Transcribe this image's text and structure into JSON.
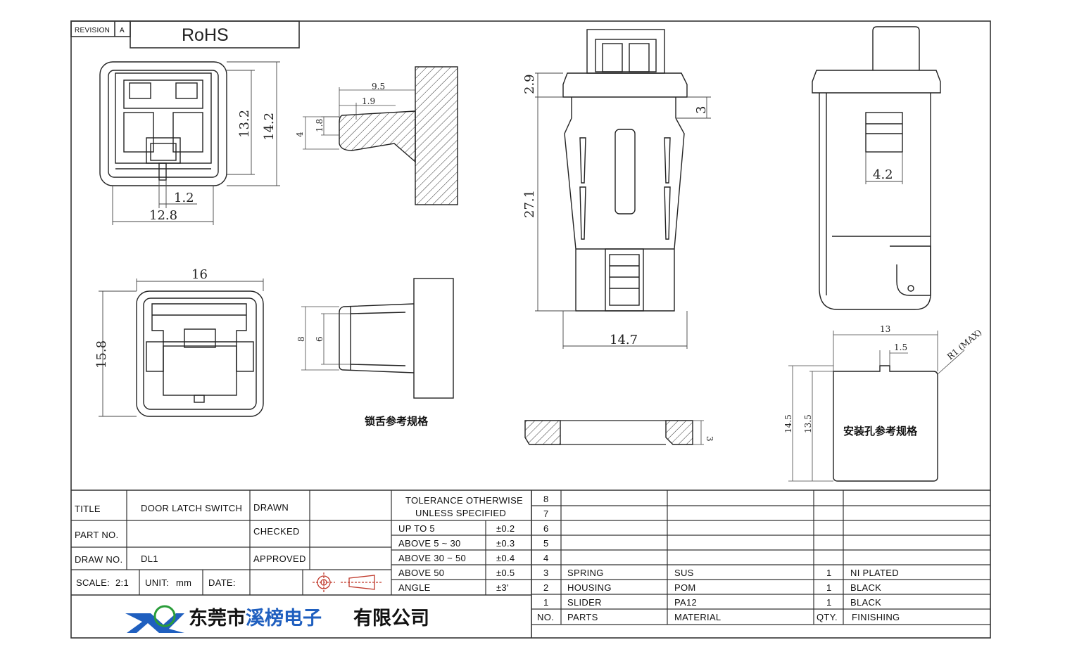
{
  "revision": {
    "label": "REVISION",
    "value": "A",
    "note": "RoHS"
  },
  "dimensions": {
    "front_width": "12.8",
    "front_height_inner": "13.2",
    "front_height_outer": "14.2",
    "front_slot": "1.2",
    "tongue_length": "9.5",
    "tongue_tip": "1.9",
    "tongue_height": "4",
    "tongue_tip_height": "1.8",
    "side_top": "2.9",
    "side_step": "3",
    "side_body": "27.1",
    "side_width": "14.7",
    "side2_slot": "4.2",
    "back_width": "16",
    "back_height": "15.8",
    "tongue2_outer": "8",
    "tongue2_inner": "6",
    "panel_thickness": "3",
    "cutout_width": "13",
    "cutout_notch": "1.5",
    "cutout_radius": "R1 (MAX)",
    "cutout_height_outer": "14.5",
    "cutout_height_inner": "13.5"
  },
  "notes": {
    "latch_tongue": "锁舌参考规格",
    "mounting_hole": "安装孔参考规格"
  },
  "title_block": {
    "title_label": "TITLE",
    "title_value": "DOOR LATCH SWITCH",
    "part_label": "PART NO.",
    "part_value": "",
    "draw_label": "DRAW NO.",
    "draw_value": "DL1",
    "scale_label": "SCALE:",
    "scale_value": "2:1",
    "unit_label": "UNIT:",
    "unit_value": "mm",
    "date_label": "DATE:",
    "drawn_label": "DRAWN",
    "checked_label": "CHECKED",
    "approved_label": "APPROVED",
    "tolerance_header_1": "TOLERANCE OTHERWISE",
    "tolerance_header_2": "UNLESS SPECIFIED",
    "tolerances": [
      {
        "range": "UP TO 5",
        "value": "±0.2"
      },
      {
        "range": "ABOVE 5 ~ 30",
        "value": "±0.3"
      },
      {
        "range": "ABOVE 30 ~ 50",
        "value": "±0.4"
      },
      {
        "range": "ABOVE 50",
        "value": "±0.5"
      },
      {
        "range": "ANGLE",
        "value": "±3'"
      }
    ]
  },
  "company": {
    "prefix": "东莞市",
    "highlight": "溪榜电子",
    "suffix": "有限公司",
    "logo_color": "#1f5fbf"
  },
  "bom": {
    "headers": {
      "no": "NO.",
      "parts": "PARTS",
      "material": "MATERIAL",
      "qty": "QTY.",
      "finishing": "FINISHING"
    },
    "rows": [
      {
        "no": "8",
        "parts": "",
        "material": "",
        "qty": "",
        "finishing": ""
      },
      {
        "no": "7",
        "parts": "",
        "material": "",
        "qty": "",
        "finishing": ""
      },
      {
        "no": "6",
        "parts": "",
        "material": "",
        "qty": "",
        "finishing": ""
      },
      {
        "no": "5",
        "parts": "",
        "material": "",
        "qty": "",
        "finishing": ""
      },
      {
        "no": "4",
        "parts": "",
        "material": "",
        "qty": "",
        "finishing": ""
      },
      {
        "no": "3",
        "parts": "SPRING",
        "material": "SUS",
        "qty": "1",
        "finishing": "NI PLATED"
      },
      {
        "no": "2",
        "parts": "HOUSING",
        "material": "POM",
        "qty": "1",
        "finishing": "BLACK"
      },
      {
        "no": "1",
        "parts": "SLIDER",
        "material": "PA12",
        "qty": "1",
        "finishing": "BLACK"
      }
    ]
  }
}
